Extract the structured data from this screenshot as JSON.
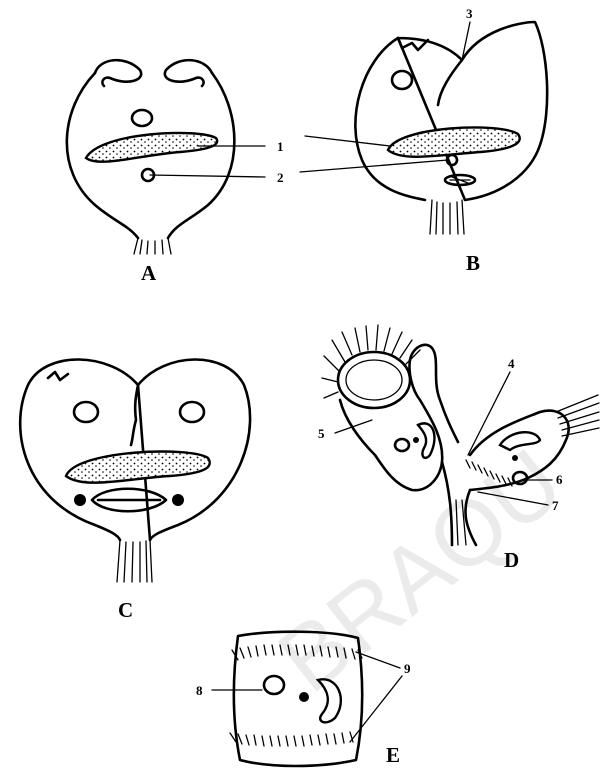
{
  "panels": {
    "a": "A",
    "b": "B",
    "c": "C",
    "d": "D",
    "e": "E"
  },
  "numbers": {
    "n1": "1",
    "n2": "2",
    "n3": "3",
    "n4": "4",
    "n5": "5",
    "n6": "6",
    "n7": "7",
    "n8": "8",
    "n9": "9"
  },
  "watermark": "BRAQU",
  "colors": {
    "ink": "#000000",
    "background": "#ffffff",
    "watermark": "#c8c8c8"
  }
}
